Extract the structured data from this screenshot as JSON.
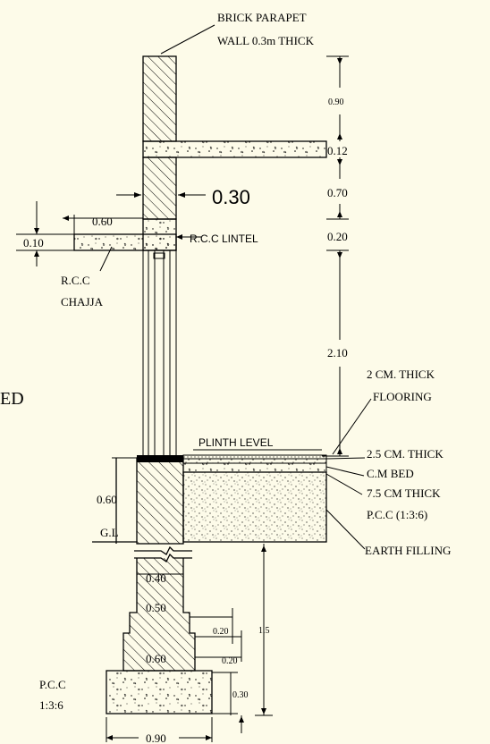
{
  "labels": {
    "parapet_l1": "BRICK PARAPET",
    "parapet_l2": "WALL 0.3m THICK",
    "wall_thickness": "0.30",
    "lintel": "R.C.C LINTEL",
    "chajja_l1": "R.C.C",
    "chajja_l2": "CHAJJA",
    "chajja_thickness": "0.10",
    "chajja_projection": "0.60",
    "cut_text": "ED",
    "flooring_l1": "2 CM. THICK",
    "flooring_l2": "FLOORING",
    "plinth_level": "PLINTH LEVEL",
    "cm_bed_l1": "2.5 CM. THICK",
    "cm_bed_l2": "C.M BED",
    "pcc_l1": "7.5 CM THICK",
    "pcc_l2": "P.C.C (1:3:6)",
    "earth_filling": "EARTH FILLING",
    "ground_level": "G.L",
    "plinth_height": "0.60",
    "footing_pcc_l1": "P.C.C",
    "footing_pcc_l2": "1:3:6"
  },
  "dimensions": {
    "parapet_height": "0.90",
    "slab_thickness": "0.12",
    "above_lintel": "0.70",
    "lintel_depth": "0.20",
    "opening_height": "2.10",
    "foundation_depth": "1.5",
    "footing_step1_width": "0.40",
    "footing_step2_width": "0.50",
    "footing_step3_width": "0.60",
    "offset_1": "0.20",
    "offset_2": "0.20",
    "pcc_depth": "0.30",
    "pcc_width": "0.90"
  },
  "colors": {
    "background": "#fdfbe9",
    "line": "#000000"
  }
}
